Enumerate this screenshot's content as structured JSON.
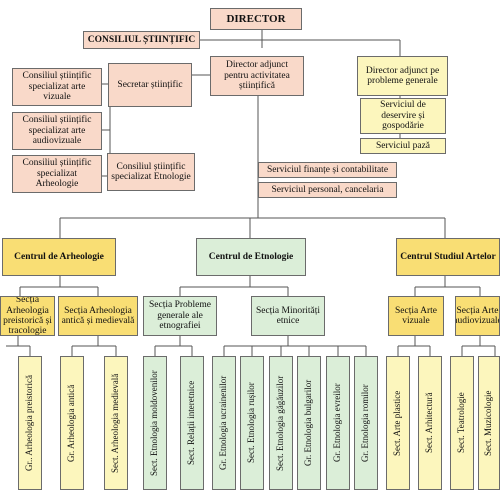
{
  "director": "DIRECTOR",
  "scientific_council": "CONSILIUL ȘTIINȚIFIC",
  "deputy_science": "Director adjunct pentru activitatea științifică",
  "deputy_general": "Director adjunct pe probleme generale",
  "scientific_secretary": "Secretar științific",
  "councils": {
    "visual_arts": "Consiliul științific specializat arte vizuale",
    "audiovisual_arts": "Consiliul științific specializat arte audiovizuale",
    "archaeology": "Consiliul științific specializat Arheologie",
    "ethnology": "Consiliul științific specializat Etnologie"
  },
  "services": {
    "maintenance": "Serviciul de deservire și gospodărie",
    "guard": "Serviciul pază",
    "finance": "Serviciul finanțe și contabilitate",
    "personnel": "Serviciul personal, cancelaria"
  },
  "centers": {
    "archaeology": "Centrul de Arheologie",
    "ethnology": "Centrul de Etnologie",
    "arts": "Centrul Studiul Artelor"
  },
  "sections": {
    "prehistoric_archaeology": "Secția Arheologia preistorică și tracologie",
    "ancient_medieval_archaeology": "Secția Arheologia antică și medievală",
    "ethnography_problems": "Secția Probleme generale ale etnografiei",
    "ethnic_minorities": "Secția Minorități etnice",
    "visual_arts": "Secția Arte vizuale",
    "audiovisual_arts": "Secția Arte audiovizuale"
  },
  "groups": {
    "prehistoric": "Gr.. Arheologia preistorică",
    "ancient": "Gr. Arheologia antică",
    "medieval": "Sect. Arheologia medievală",
    "moldovan": "Sect. Etnologia moldovenilor",
    "interethnic": "Sect. Relații interetnice",
    "ukrainian": "Gr. Etnologia ucrainenilor",
    "russian": "Sect. Etnologia rușilor",
    "gagauz": "Sect. Etnologia găgăuzilor",
    "bulgarian": "Gr. Etnologia bulgarilor",
    "jewish": "Gr. Etnologia evreilor",
    "roma": "Gr. Etnologia romilor",
    "plastic_arts": "Sect. Arte plastice",
    "architecture": "Sect. Arhitectură",
    "theatre": "Sect. Teatrologie",
    "musicology": "Sect. Muzicologie"
  },
  "colors": {
    "pink": "#f9d9c9",
    "yellow": "#fcf6bd",
    "gold": "#f9de74",
    "green": "#dbeed8",
    "line": "#555555"
  }
}
